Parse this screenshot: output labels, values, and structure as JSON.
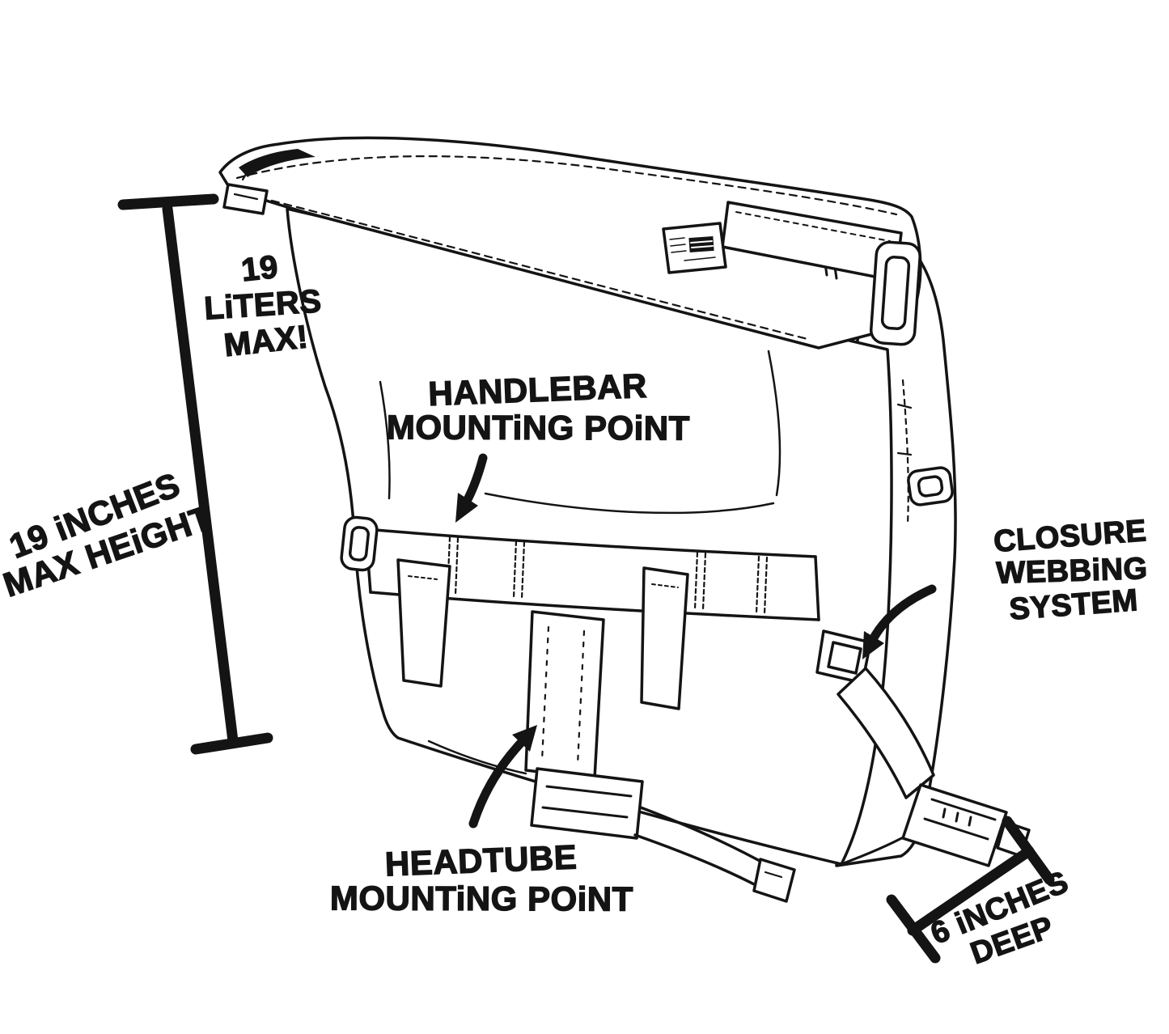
{
  "illustration": {
    "subject": "hand-drawn messenger bag line art",
    "ink_color": "#141414",
    "background_color": "#ffffff",
    "icons": {
      "bag": "messenger-bag-illustration",
      "handlebar_arrow": "curved-down-arrow-icon",
      "closure_arrow": "curved-left-down-arrow-icon",
      "headtube_arrow": "curved-up-right-arrow-icon",
      "height_dimension": "height-dimension-line",
      "depth_dimension": "depth-dimension-line"
    }
  },
  "labels": {
    "capacity": {
      "lines": [
        "19",
        "LiTERS",
        "MAX!"
      ]
    },
    "max_height": {
      "lines": [
        "19 iNCHES",
        "MAX HEiGHT"
      ]
    },
    "handlebar_mount": {
      "lines": [
        "HANDLEBAR",
        "MOUNTiNG POiNT"
      ]
    },
    "closure_webbing": {
      "lines": [
        "CLOSURE",
        "WEBBiNG",
        "SYSTEM"
      ]
    },
    "headtube_mount": {
      "lines": [
        "HEADTUBE",
        "MOUNTiNG POiNT"
      ]
    },
    "depth": {
      "lines": [
        "6 iNCHES",
        "DEEP"
      ]
    }
  }
}
